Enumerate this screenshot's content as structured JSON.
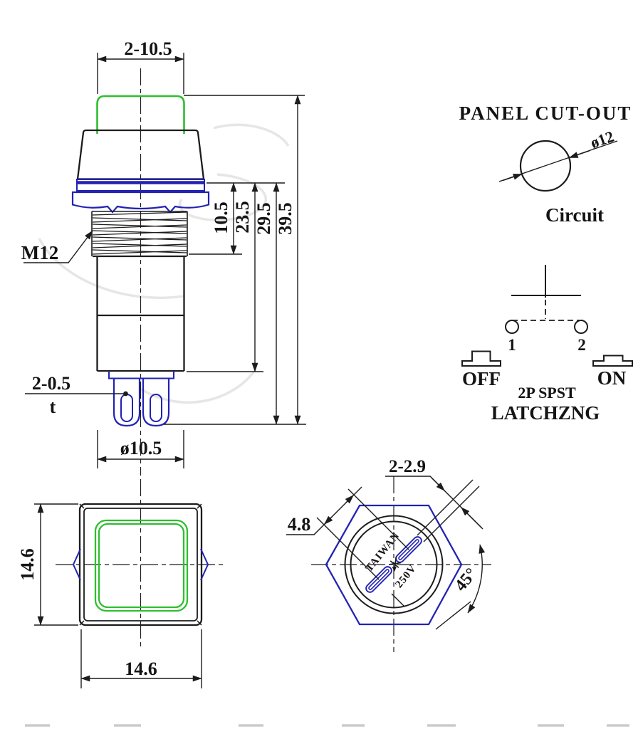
{
  "drawing": {
    "side_view": {
      "dim_button_width": "2-10.5",
      "dim_thread_length": "10.5",
      "dim_body_depth": "23.5",
      "dim_terminal_depth": "29.5",
      "dim_total_height": "39.5",
      "thread_spec": "M12",
      "dim_terminal_thickness": "2-0.5",
      "thickness_symbol": "t",
      "dim_bottom_diameter": "ø10.5"
    },
    "panel_cutout": {
      "title": "PANEL CUT-OUT",
      "hole_diameter": "ø12",
      "circuit_heading": "Circuit"
    },
    "circuit": {
      "terminal_1": "1",
      "terminal_2": "2",
      "off_label": "OFF",
      "on_label": "ON",
      "pole_type": "2P SPST",
      "action_type": "LATCHZNG"
    },
    "front_view": {
      "dim_height": "14.6",
      "dim_width": "14.6"
    },
    "back_view": {
      "dim_slots": "2-2.9",
      "dim_slot_offset": "4.8",
      "dim_slot_angle": "45°",
      "marking_top": "TAIWAN",
      "marking_bottom": "250V"
    },
    "colors": {
      "line": "#1c1c1c",
      "accent_blue": "#2222b4",
      "accent_green": "#2fbe2f",
      "watermark": "#e3e3e3"
    }
  }
}
